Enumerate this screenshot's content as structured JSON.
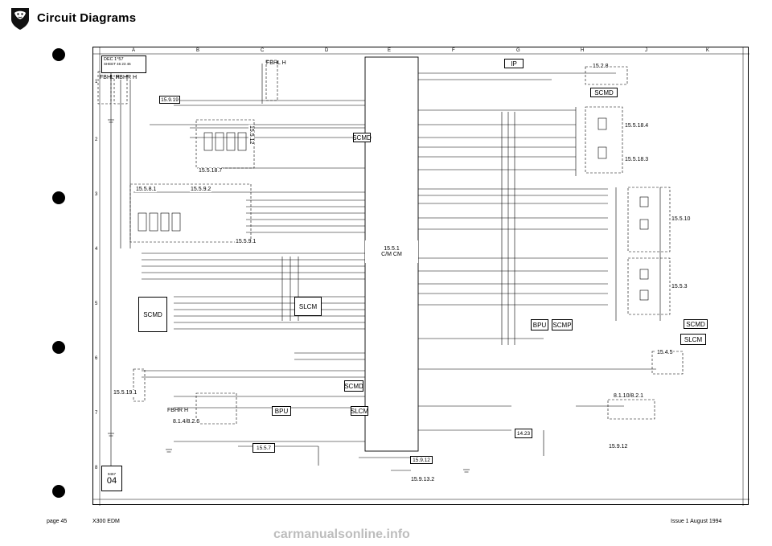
{
  "header": {
    "title": "Circuit Diagrams"
  },
  "meta_box": {
    "line1": "DEC 1°57",
    "line2": "SHEET 46   23 46"
  },
  "sheet_code": {
    "label": "9467",
    "number": "04"
  },
  "grid": {
    "cols": [
      "A",
      "B",
      "C",
      "D",
      "E",
      "F",
      "G",
      "H",
      "J",
      "K"
    ],
    "rows": [
      "1",
      "2",
      "3",
      "4",
      "5",
      "6",
      "7",
      "8"
    ]
  },
  "components": {
    "fbhl_h_top": "FBHL H",
    "fbhl_h_left": "FBHL H",
    "fbhr_h_left": "FBHR H",
    "fbhr_h_mid": "FBHR H",
    "ip": "IP",
    "cm": "15.5.1\nC/M CM",
    "scmd_1": "SCMD",
    "scmd_2": "SCMD",
    "scmd_3": "SCMD",
    "scmd_4": "SCMD",
    "scmd_5": "SCMD",
    "slcm_1": "SLCM",
    "slcm_2": "SLCM",
    "slcm_3": "SLCM",
    "bpu_1": "BPU",
    "bpu_2": "BPU",
    "scmp": "SCMP"
  },
  "refs": {
    "r15919": "15.9.19",
    "r15512t": "15.5.12",
    "r15581": "15.5.8.1",
    "r15592": "15.5.9.2",
    "r15591": "15.5.9.1",
    "r155187": "15.5.18.7",
    "r1528": "15.2.8",
    "r155184": "15.5.18.4",
    "r155183": "15.5.18.3",
    "r15510": "15.5.10",
    "r1553": "15.5.3",
    "r1545": "15.4.5",
    "r811821": "8.1.10/8.2.1",
    "r1423": "14.23",
    "r1592b": "15.9.12",
    "r15912": "15.9.12",
    "r15913": "15.9.13.2",
    "r15557": "15.5.7",
    "r155191": "15.5.19.1",
    "r81426": "8.1.4/8.2.6"
  },
  "footer": {
    "page": "page 45",
    "manual": "X300 EDM",
    "issue": "Issue 1 August 1994"
  },
  "watermark": "carmanualsonline.info"
}
